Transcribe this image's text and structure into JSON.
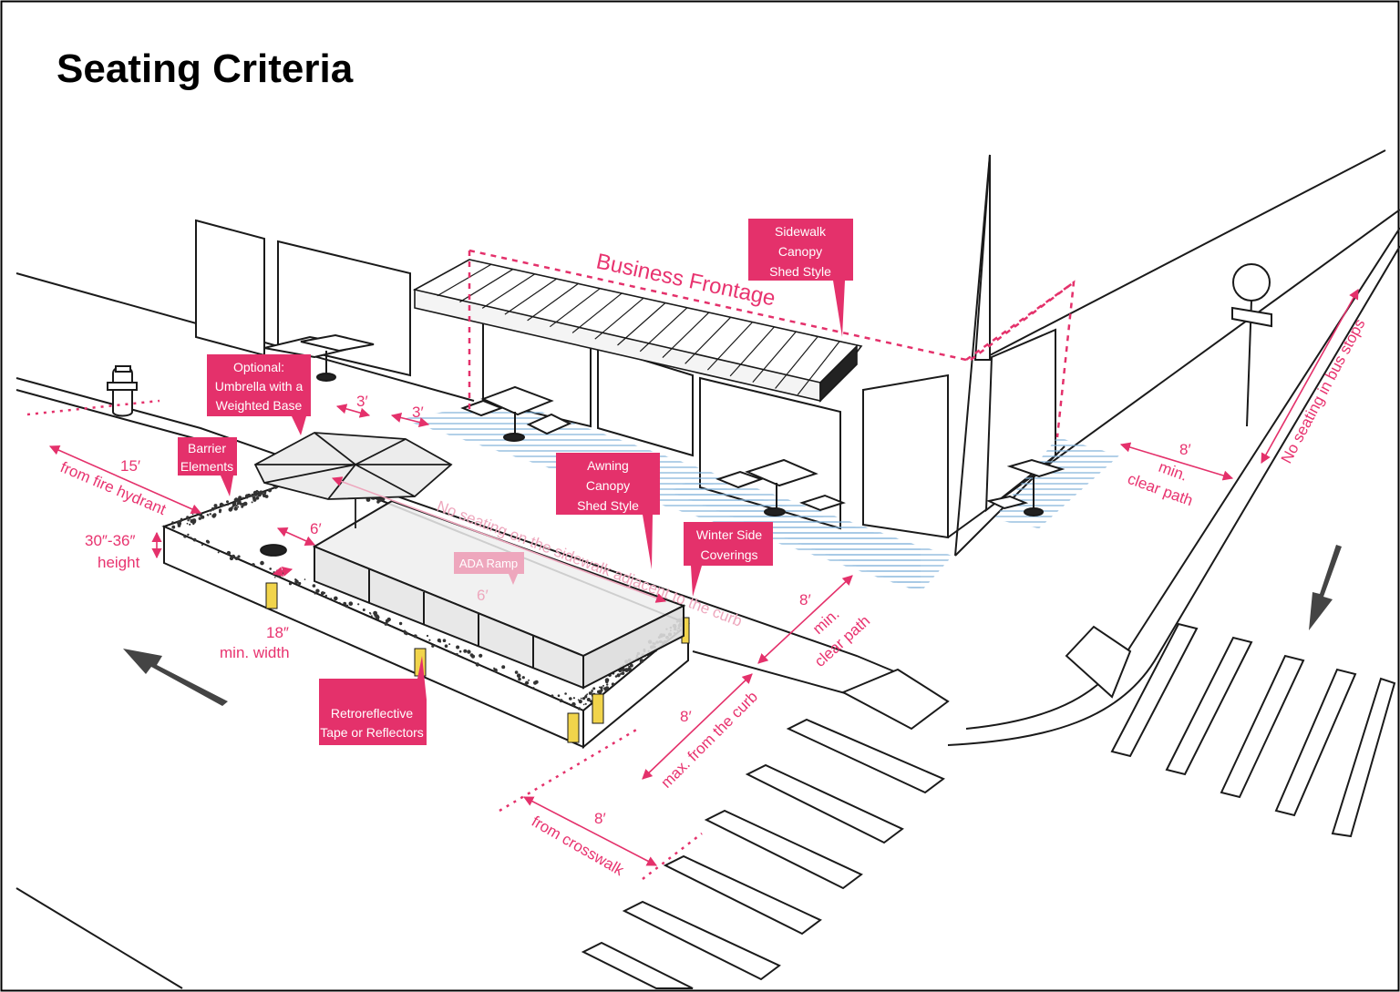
{
  "title": "Seating Criteria",
  "colors": {
    "accent": "#e4316b",
    "line": "#1a1a1a",
    "hatch": "#7fb0d9",
    "faded_pink": "#eea7bd"
  },
  "callouts": {
    "sidewalk_canopy": [
      "Sidewalk",
      "Canopy",
      "Shed Style"
    ],
    "umbrella": [
      "Optional:",
      "Umbrella with a",
      "Weighted Base"
    ],
    "barrier": [
      "Barrier",
      "Elements"
    ],
    "awning": [
      "Awning",
      "Canopy",
      "Shed Style"
    ],
    "winter": [
      "Winter Side",
      "Coverings"
    ],
    "retroreflective": [
      "Retroreflective",
      "Tape or Reflectors"
    ]
  },
  "labels": {
    "business_frontage": "Business Frontage",
    "no_seating_sidewalk": "No seating on the sidewalk adjacent to the curb",
    "ada_ramp": "ADA Ramp",
    "no_seating_bus": "No seating in bus stops",
    "dim_3ft_a": "3′",
    "dim_3ft_b": "3′",
    "dim_15ft": "15′",
    "from_fire_hydrant": "from fire hydrant",
    "height_range": "30″-36″",
    "height_word": "height",
    "dim_6ft_a": "6′",
    "dim_6ft_b": "6′",
    "dim_18in": "18″",
    "min_width": "min. width",
    "dim_8ft_right": "8′",
    "min_right": "min.",
    "clear_path_right": "clear path",
    "dim_8ft_mid": "8′",
    "min_mid": "min.",
    "clear_path_mid": "clear path",
    "dim_8ft_curb": "8′",
    "max_from_curb": "max. from the curb",
    "dim_8ft_cross": "8′",
    "from_crosswalk": "from crosswalk"
  }
}
